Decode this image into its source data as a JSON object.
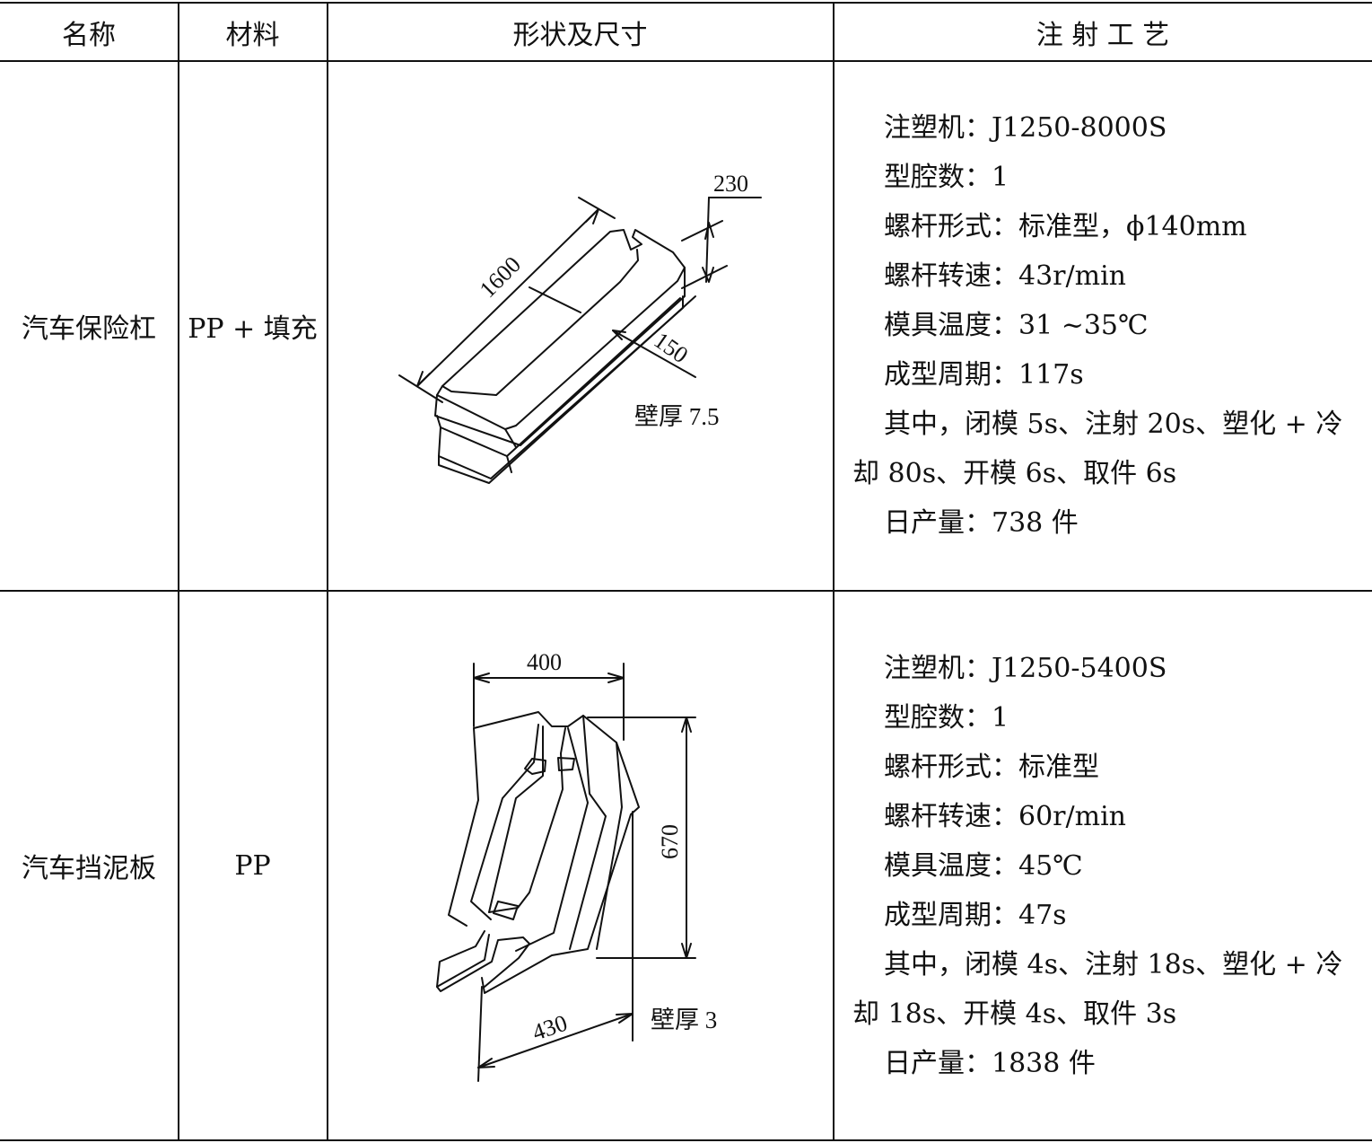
{
  "headers": {
    "name": "名称",
    "material": "材料",
    "shape": "形状及尺寸",
    "process": "注 射 工 艺"
  },
  "rows": [
    {
      "name": "汽车保险杠",
      "material": "PP + 填充",
      "drawing": {
        "dim_length": "1600",
        "dim_height": "230",
        "dim_depth": "150",
        "wall": "壁厚 7.5"
      },
      "process": [
        "注塑机：J1250-8000S",
        "型腔数：1",
        "螺杆形式：标准型，ϕ140mm",
        "螺杆转速：43r/min",
        "模具温度：31 ~35℃",
        "成型周期：117s",
        "其中，闭模 5s、注射 20s、塑化 + 冷",
        "却 80s、开模 6s、取件 6s",
        "日产量：738 件"
      ]
    },
    {
      "name": "汽车挡泥板",
      "material": "PP",
      "drawing": {
        "dim_width": "400",
        "dim_height": "670",
        "dim_bottom": "430",
        "wall": "壁厚 3"
      },
      "process": [
        "注塑机：J1250-5400S",
        "型腔数：1",
        "螺杆形式：标准型",
        "螺杆转速：60r/min",
        "模具温度：45℃",
        "成型周期：47s",
        "其中，闭模 4s、注射 18s、塑化 + 冷",
        "却 18s、开模 4s、取件 3s",
        "日产量：1838 件"
      ]
    }
  ]
}
